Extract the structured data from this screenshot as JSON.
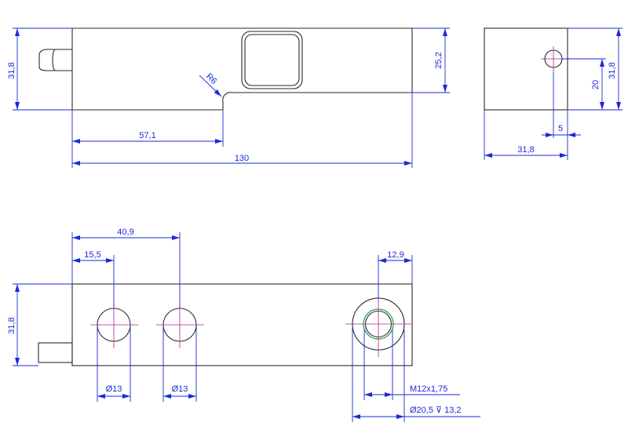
{
  "drawing": {
    "colors": {
      "outline": "#2a2a2a",
      "dimension": "#1a2ad8",
      "centerline": "#b0208a",
      "thread": "#2fa04a"
    },
    "dimensions": {
      "side_height": "31,8",
      "pocket_height": "25,2",
      "fillet_radius": "R6",
      "slot_length": "57,1",
      "overall_length": "130",
      "end_height": "31,8",
      "end_hole_height": "20",
      "end_hole_offset": "5",
      "end_width": "31,8",
      "top_width": "31,8",
      "hole_span": "40,9",
      "first_hole_offset": "15,5",
      "thread_offset": "12,9",
      "hole_diameter_1": "Ø13",
      "hole_diameter_2": "Ø13",
      "thread_size": "M12x1,75",
      "counterbore": "Ø20,5 ⊽ 13,2"
    }
  }
}
